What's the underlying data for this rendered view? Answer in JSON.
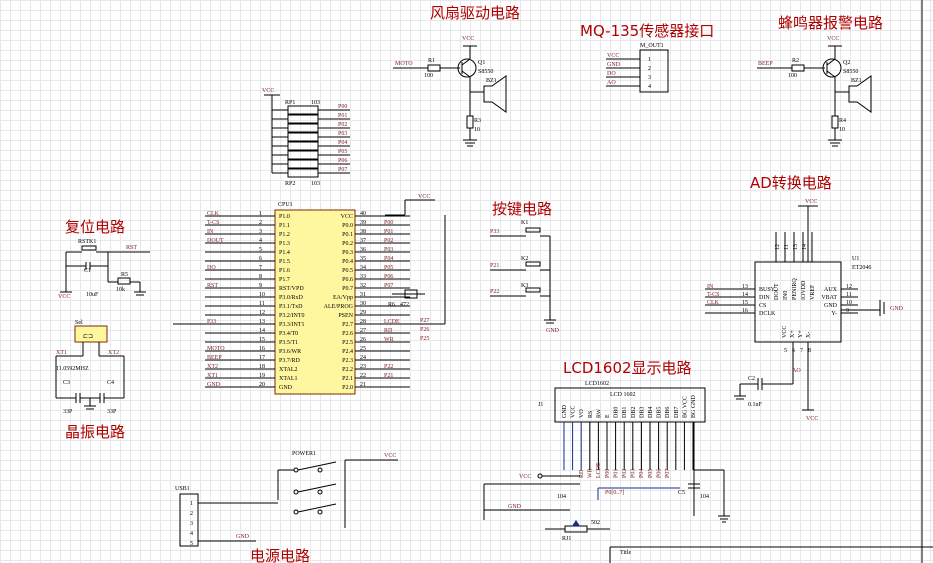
{
  "sections": {
    "fan": "风扇驱动电路",
    "mq135": "MQ-135传感器接口",
    "buzzer": "蜂鸣器报警电路",
    "reset": "复位电路",
    "keys": "按键电路",
    "ad": "AD转换电路",
    "crystal": "晶振电路",
    "lcd": "LCD1602显示电路",
    "power": "电源电路"
  },
  "fan": {
    "net_in": "MOTO",
    "r_ref": "R1",
    "r_val": "100",
    "q_ref": "Q1",
    "q_val": "S8550",
    "vcc": "VCC",
    "motor": "BZ1",
    "r3": "R3",
    "r3_val": "10"
  },
  "mq": {
    "header": "M_OUT1",
    "pins": [
      "VCC",
      "GND",
      "DO",
      "AO"
    ],
    "nums": [
      "1",
      "2",
      "3",
      "4"
    ]
  },
  "buzzer": {
    "net_in": "BEEP",
    "r_ref": "R2",
    "r_val": "100",
    "q_ref": "Q2",
    "q_val": "S8550",
    "vcc": "VCC",
    "bz": "BZ1",
    "r4": "R4",
    "r4_val": "10"
  },
  "rp": {
    "vcc": "VCC",
    "rp1": "RP1",
    "rp1_val": "103",
    "rp2": "RP2",
    "rp2_val": "103",
    "nets": [
      "P00",
      "P01",
      "P02",
      "P03",
      "P04",
      "P05",
      "P06",
      "P07"
    ]
  },
  "cpu": {
    "ref": "CPU1",
    "left_pins": [
      "P1.0",
      "P1.1",
      "P1.2",
      "P1.3",
      "P1.4",
      "P1.5",
      "P1.6",
      "P1.7",
      "RST/VPD",
      "P3.0/RxD",
      "P3.1/TxD",
      "P3.2/INT0",
      "P3.3/INT1",
      "P3.4/T0",
      "P3.5/T1",
      "P3.6/WR",
      "P3.7/RD",
      "XTAL2",
      "XTAL1",
      "GND"
    ],
    "left_nums": [
      "1",
      "2",
      "3",
      "4",
      "5",
      "6",
      "7",
      "8",
      "9",
      "10",
      "11",
      "12",
      "13",
      "14",
      "15",
      "16",
      "17",
      "18",
      "19",
      "20"
    ],
    "left_nets": [
      "CLK",
      "T-CS",
      "IN",
      "DOUT",
      "",
      "",
      "DO",
      "",
      "RST",
      "",
      "",
      "",
      "P33",
      "",
      "",
      "MOTO",
      "BEEP",
      "XT2",
      "XT1",
      "GND"
    ],
    "right_pins": [
      "VCC",
      "P0.0",
      "P0.1",
      "P0.2",
      "P0.3",
      "P0.4",
      "P0.5",
      "P0.6",
      "P0.7",
      "EA/Vpp",
      "ALE/PROG",
      "PSEN",
      "P2.7",
      "P2.6",
      "P2.5",
      "P2.4",
      "P2.3",
      "P2.2",
      "P2.1",
      "P2.0"
    ],
    "right_nums": [
      "40",
      "39",
      "38",
      "37",
      "36",
      "35",
      "34",
      "33",
      "32",
      "31",
      "30",
      "29",
      "28",
      "27",
      "26",
      "25",
      "24",
      "23",
      "22",
      "21"
    ],
    "right_nets": [
      "VCC",
      "P00",
      "P01",
      "P02",
      "P03",
      "P04",
      "P05",
      "P06",
      "P07",
      "",
      "",
      "",
      "LCDE",
      "RD",
      "WR",
      "",
      "",
      "P22",
      "P21",
      ""
    ],
    "vcc_top": "VCC",
    "r6": "R6",
    "r6_val": "472",
    "p27": "P27",
    "p26": "P26",
    "p25": "P25"
  },
  "reset": {
    "ref": "RSTK1",
    "rst": "RST",
    "c": "C1",
    "c_val": "10uF",
    "r": "R5",
    "r_val": "10k",
    "vcc": "VCC"
  },
  "crystal": {
    "ref": "Sel",
    "label": "11.0592MHZ",
    "xt1": "XT1",
    "xt2": "XT2",
    "c3": "C3",
    "c4": "C4",
    "c_val": "33P"
  },
  "keys": {
    "k1": "K1",
    "k2": "K2",
    "k3": "K3",
    "nets": [
      "P33",
      "P21",
      "P22"
    ],
    "gnd": "GND"
  },
  "ad": {
    "ref": "U1",
    "part": "ET2046",
    "vcc": "VCC",
    "top_pins": [
      "DOUT",
      "IN0",
      "PENIRQ",
      "IOVDD",
      "VREF"
    ],
    "top_nums": [
      "12",
      "11",
      "13",
      "14"
    ],
    "left_pins": [
      "BUSY",
      "DIN",
      "CS",
      "DCLK"
    ],
    "left_nums": [
      "13",
      "14",
      "15",
      "16"
    ],
    "left_nets": [
      "IN",
      "T-CS",
      "CLK",
      ""
    ],
    "right_pins": [
      "AUX",
      "VBAT",
      "GND",
      "Y-"
    ],
    "right_nums": [
      "12",
      "11",
      "10",
      "9"
    ],
    "bottom_pins": [
      "VCC",
      "X+",
      "Y+",
      "X-"
    ],
    "bottom_nums": [
      "5",
      "6",
      "7",
      "8"
    ],
    "c2": "C2",
    "c2_val": "0.1uF",
    "gnd": "GND",
    "ao": "AO",
    "vcc_bottom": "VCC"
  },
  "lcd": {
    "ref": "LCD1602",
    "label": "LCD 1602",
    "j": "J1",
    "pins": [
      "GND",
      "VCC",
      "VO",
      "RS",
      "RW",
      "E",
      "DB0",
      "DB1",
      "DB2",
      "DB3",
      "DB4",
      "DB5",
      "DB6",
      "DB7",
      "BG VCC",
      "BG GND"
    ],
    "nets": [
      "RD",
      "WR",
      "LCDE",
      "P00",
      "P01",
      "P02",
      "P03",
      "P04",
      "P05",
      "P06",
      "P07"
    ],
    "vcc": "VCC",
    "gnd": "GND",
    "bus": "P0[0..7]",
    "rj": "RJ1",
    "rj_val": "502",
    "cap": "104",
    "cap2": "104",
    "c5": "C5"
  },
  "power": {
    "ref": "POWER1",
    "vcc": "VCC",
    "usb": "USB1",
    "pins": [
      "1",
      "2",
      "3",
      "4",
      "5"
    ],
    "gnd": "GND"
  },
  "titleblock": {
    "title": "Title"
  }
}
